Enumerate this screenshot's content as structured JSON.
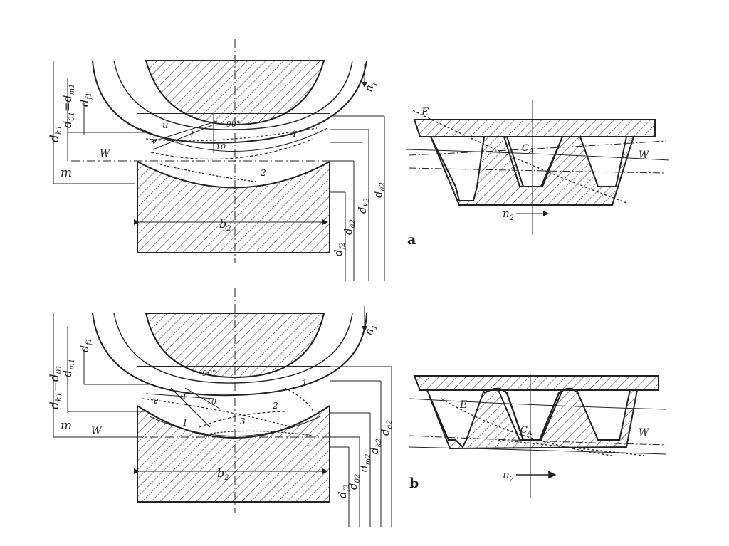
{
  "panel_a": {
    "tag": "a",
    "dims": {
      "dk1": "d",
      "dk1_sub": "k1",
      "d01": "d",
      "d01_sub": "01",
      "eq": "=",
      "dm1": "d",
      "dm1_sub": "m1",
      "df1": "d",
      "df1_sub": "f1",
      "m": "m",
      "W": "W",
      "b2": "b",
      "b2_sub": "2",
      "n1": "n",
      "n1_sub": "1",
      "df2": "d",
      "df2_sub": "f2",
      "da2": "d",
      "da2_sub": "a2",
      "dk2": "d",
      "dk2_sub": "k2",
      "da2b": "d",
      "da2b_sub": "a2"
    },
    "markers": {
      "u": "u",
      "v": "v",
      "ten": "10",
      "one": "1",
      "two": "2",
      "oneB": "1",
      "angle": "90°"
    },
    "gear": {
      "E": "E",
      "C": "C",
      "C_sub": "A",
      "W": "W",
      "n2": "n",
      "n2_sub": "2"
    }
  },
  "panel_b": {
    "tag": "b",
    "dims": {
      "dk1": "d",
      "dk1_sub": "k1",
      "d01": "d",
      "d01_sub": "01",
      "dm1": "d",
      "dm1_sub": "m1",
      "df1": "d",
      "df1_sub": "f1",
      "m": "m",
      "W": "W",
      "b2": "b",
      "b2_sub": "2",
      "n1": "n",
      "n1_sub": "1",
      "df2": "d",
      "df2_sub": "f2",
      "d02": "d",
      "d02_sub": "02",
      "dm2": "d",
      "dm2_sub": "m2",
      "dk2": "d",
      "dk2_sub": "k2",
      "da2": "d",
      "da2_sub": "a2"
    },
    "markers": {
      "u": "u",
      "v": "v",
      "ten": "10",
      "one": "1",
      "two": "2",
      "three": "3",
      "oneB": "1",
      "angle": "90°"
    },
    "gear": {
      "E": "E",
      "C": "C",
      "C_sub": "A",
      "W": "W",
      "n2": "n",
      "n2_sub": "2"
    }
  },
  "colors": {
    "ink": "#222222",
    "paper": "#ffffff"
  }
}
